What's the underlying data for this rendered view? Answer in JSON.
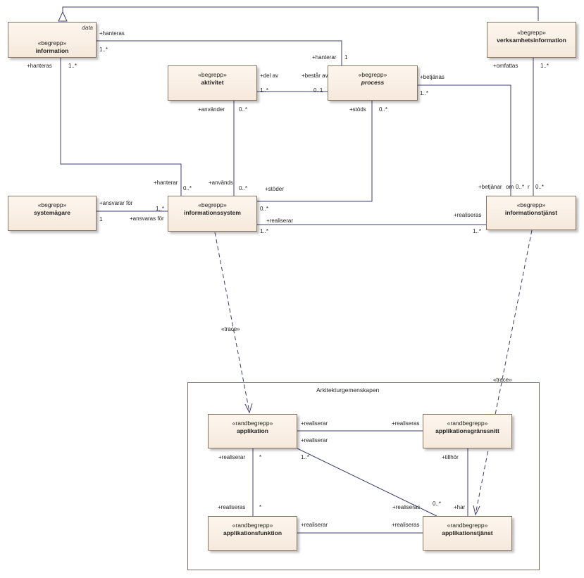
{
  "frame": {
    "title": "Arkitekturgemenskapen"
  },
  "boxes": {
    "information": {
      "tag": "data",
      "stereotype": "«begrepp»",
      "name": "information"
    },
    "verksamhetsinformation": {
      "stereotype": "«begrepp»",
      "name": "verksamhetsinformation"
    },
    "aktivitet": {
      "stereotype": "«begrepp»",
      "name": "aktivitet"
    },
    "process": {
      "stereotype": "«begrepp»",
      "name": "process"
    },
    "systemagare": {
      "stereotype": "«begrepp»",
      "name": "systemägare"
    },
    "informationssystem": {
      "stereotype": "«begrepp»",
      "name": "informationssystem"
    },
    "informationstjanst": {
      "stereotype": "«begrepp»",
      "name": "informationstjänst"
    },
    "applikation": {
      "stereotype": "«randbegrepp»",
      "name": "applikation"
    },
    "applikationsgranssnitt": {
      "stereotype": "«randbegrepp»",
      "name": "applikationsgränssnitt"
    },
    "applikationsfunktion": {
      "stereotype": "«randbegrepp»",
      "name": "applikationsfunktion"
    },
    "applikationstjanst": {
      "stereotype": "«randbegrepp»",
      "name": "applikationstjänst"
    }
  },
  "labels": {
    "hanteras_top": "+hanteras",
    "info_mult_right": "1..*",
    "hanteras_left": "+hanteras",
    "info_mult_bottom": "1..*",
    "hanterar_proc": "+hanterar",
    "hanterar_proc_mult": "1",
    "del_av": "+del av",
    "akt_mult": "1..*",
    "bestar_av": "+består av",
    "proc_mult_left": "0..1",
    "betjanas": "+betjänas",
    "proc_mult_right": "1..*",
    "anvander": "+använder",
    "akt_mult_bottom": "0..*",
    "stods": "+stöds",
    "proc_mult_bottom": "0..*",
    "omfattas": "+omfattas",
    "vi_mult": "1..*",
    "hanterar_is": "+hanterar",
    "is_mult_1": "0..*",
    "anvands": "+används",
    "is_mult_2": "0..*",
    "stoder": "+stöder",
    "is_mult_3": "0..*",
    "betjanar": "+betjänar",
    "om": "om",
    "it_mult_1": "0..*",
    "r": "r",
    "it_mult_2": "0..*",
    "ansvarar_for": "+ansvarar för",
    "sa_mult": "1",
    "is_mult_ans": "1..*",
    "ansvaras_for": "+ansvaras för",
    "realiserar_is": "+realiserar",
    "is_mult_real": "1..*",
    "realiseras_it": "+realiseras",
    "it_mult_real": "1..*",
    "trace_left": "«trace»",
    "trace_right": "«trace»",
    "app_realiserar_1": "+realiserar",
    "ag_realiseras": "+realiseras",
    "app_realiserar_2": "+realiserar",
    "app_mult_1": "1..*",
    "app_realiserar_3": "+realiserar",
    "app_mult_star": "*",
    "ag_tillhor": "+tillhör",
    "af_realiseras": "+realiseras",
    "af_mult_star": "*",
    "at_realiseras_1": "+realiseras",
    "at_mult": "0..*",
    "at_har": "+har",
    "af_realiserar": "+realiserar",
    "at_realiseras_2": "+realiseras"
  }
}
